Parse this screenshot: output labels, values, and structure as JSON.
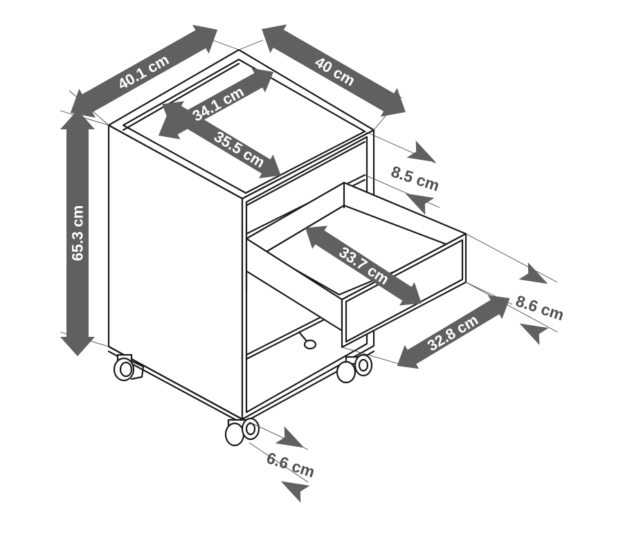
{
  "colors": {
    "line": "#1a1a1a",
    "arrow_fill": "#606060",
    "label_dark": "#505050",
    "label_light": "#ffffff"
  },
  "dimensions": {
    "depth_side": "40.1 cm",
    "width_top": "40 cm",
    "height": "65.3 cm",
    "inner_depth": "34.1 cm",
    "inner_width": "35.5 cm",
    "open_shelf_height": "8.5 cm",
    "drawer_inner_width": "33.7 cm",
    "drawer_front_height": "8.6 cm",
    "drawer_depth": "32.8 cm",
    "caster_height": "6.6 cm"
  }
}
